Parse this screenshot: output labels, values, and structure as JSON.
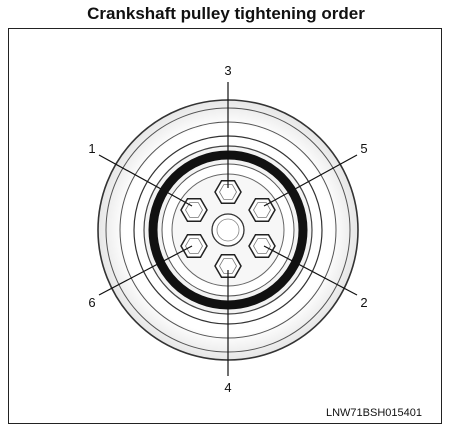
{
  "title": "Crankshaft pulley tightening order",
  "figure_code": "LNW71BSH015401",
  "bolts": [
    {
      "order": "1"
    },
    {
      "order": "2"
    },
    {
      "order": "3"
    },
    {
      "order": "4"
    },
    {
      "order": "5"
    },
    {
      "order": "6"
    }
  ]
}
